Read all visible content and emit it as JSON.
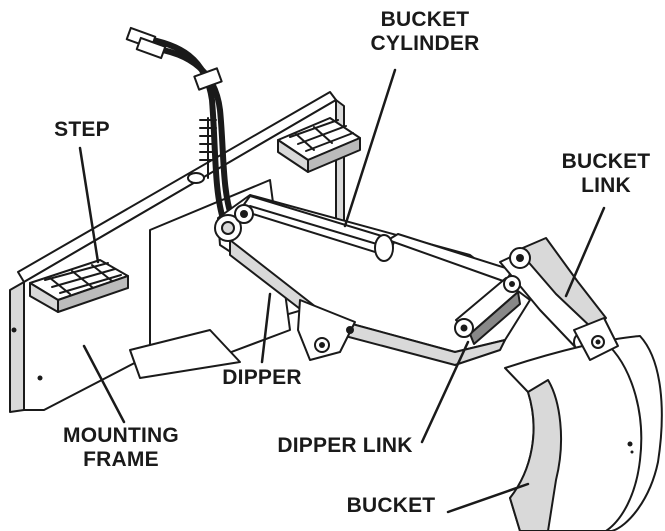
{
  "labels": {
    "bucket_cylinder": [
      "BUCKET",
      "CYLINDER"
    ],
    "step": "STEP",
    "bucket_link": [
      "BUCKET",
      "LINK"
    ],
    "dipper": "DIPPER",
    "mounting_frame": [
      "MOUNTING",
      "FRAME"
    ],
    "dipper_link": "DIPPER LINK",
    "bucket": "BUCKET"
  },
  "colors": {
    "ink": "#1a1a1a",
    "body": "#ffffff",
    "shade": "#d9d9d9",
    "dark": "#555555"
  }
}
